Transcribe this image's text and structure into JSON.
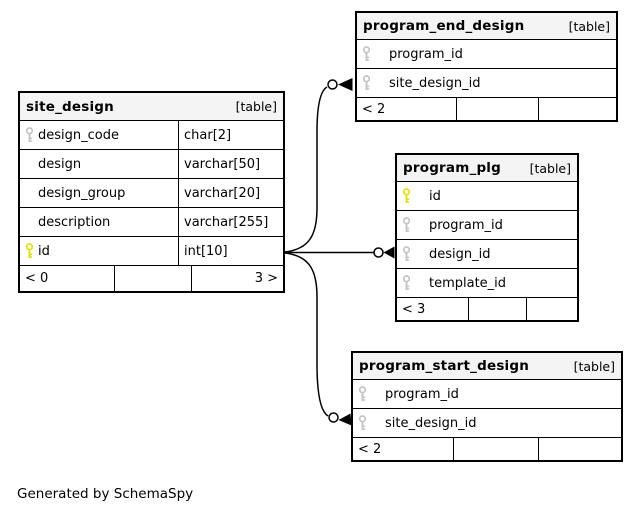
{
  "diagram": {
    "generated_by": "Generated by SchemaSpy",
    "badge_label": "[table]",
    "colors": {
      "header_bg": "#f4f4f4",
      "border": "#000000",
      "primary_key": "#e3e300",
      "secondary_key": "#c4c4c4",
      "background": "#ffffff"
    }
  },
  "tables": [
    {
      "name": "site_design",
      "badge": "[table]",
      "columns": [
        {
          "key": "gray",
          "name": "design_code",
          "type": "char[2]"
        },
        {
          "key": null,
          "name": "design",
          "type": "varchar[50]"
        },
        {
          "key": null,
          "name": "design_group",
          "type": "varchar[20]"
        },
        {
          "key": null,
          "name": "description",
          "type": "varchar[255]"
        },
        {
          "key": "pk",
          "name": "id",
          "type": "int[10]"
        }
      ],
      "footer": {
        "left": "< 0",
        "middle": "",
        "right": "3 >"
      }
    },
    {
      "name": "program_end_design",
      "badge": "[table]",
      "columns": [
        {
          "key": "gray",
          "name": "program_id"
        },
        {
          "key": "gray",
          "name": "site_design_id"
        }
      ],
      "footer": {
        "left": "< 2",
        "middle": "",
        "right": ""
      }
    },
    {
      "name": "program_plg",
      "badge": "[table]",
      "columns": [
        {
          "key": "pk",
          "name": "id"
        },
        {
          "key": "gray",
          "name": "program_id"
        },
        {
          "key": "gray",
          "name": "design_id"
        },
        {
          "key": "gray",
          "name": "template_id"
        }
      ],
      "footer": {
        "left": "< 3",
        "middle": "",
        "right": ""
      }
    },
    {
      "name": "program_start_design",
      "badge": "[table]",
      "columns": [
        {
          "key": "gray",
          "name": "program_id"
        },
        {
          "key": "gray",
          "name": "site_design_id"
        }
      ],
      "footer": {
        "left": "< 2",
        "middle": "",
        "right": ""
      }
    }
  ],
  "relationships": [
    {
      "from": "site_design.id",
      "to": "program_end_design.site_design_id"
    },
    {
      "from": "site_design.id",
      "to": "program_plg.design_id"
    },
    {
      "from": "site_design.id",
      "to": "program_start_design.site_design_id"
    }
  ]
}
